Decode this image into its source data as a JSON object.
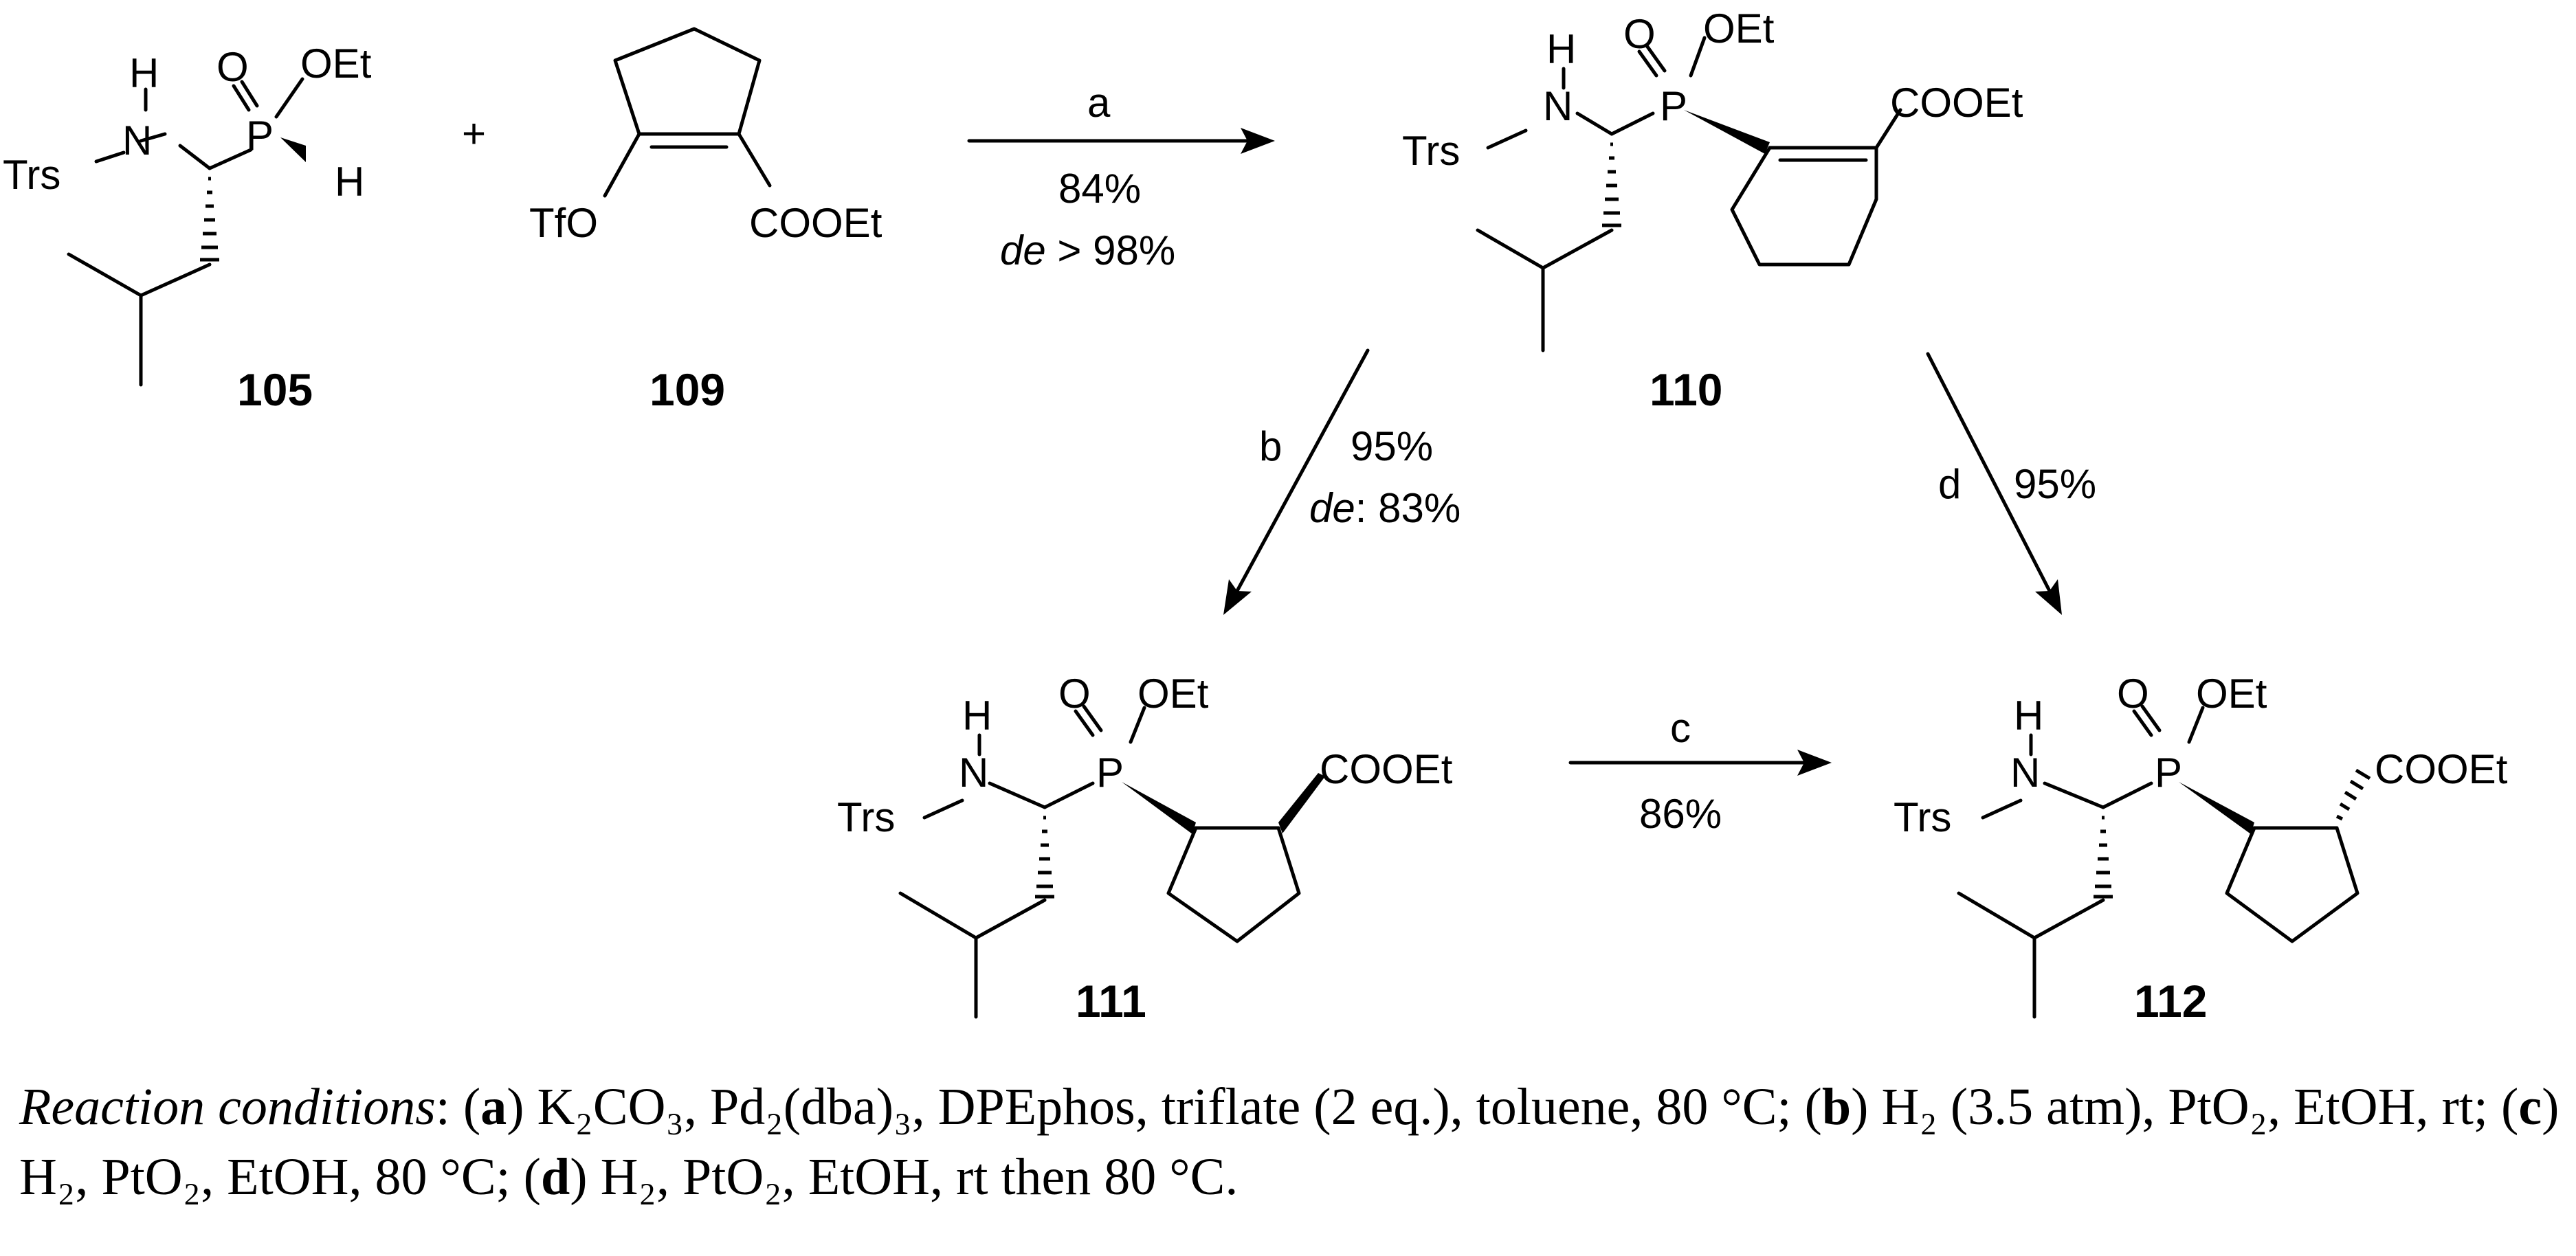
{
  "scheme": {
    "compounds": {
      "c105": {
        "id": "105",
        "atoms": {
          "nh_h": "H",
          "n": "N",
          "trs": "Trs",
          "o": "O",
          "oet": "OEt",
          "p": "P",
          "h": "H"
        }
      },
      "c109": {
        "id": "109",
        "atoms": {
          "otf": "TfO",
          "ester": "COOEt"
        }
      },
      "c110": {
        "id": "110",
        "atoms": {
          "nh_h": "H",
          "n": "N",
          "trs": "Trs",
          "o": "O",
          "oet": "OEt",
          "p": "P",
          "ester": "COOEt"
        }
      },
      "c111": {
        "id": "111",
        "atoms": {
          "nh_h": "H",
          "n": "N",
          "trs": "Trs",
          "o": "O",
          "oet": "OEt",
          "p": "P",
          "ester": "COOEt"
        }
      },
      "c112": {
        "id": "112",
        "atoms": {
          "nh_h": "H",
          "n": "N",
          "trs": "Trs",
          "o": "O",
          "oet": "OEt",
          "p": "P",
          "ester": "COOEt"
        }
      }
    },
    "plus": "+",
    "steps": {
      "a": {
        "label": "a",
        "yield": "84%",
        "de_label": "de",
        "de_value": " > 98%"
      },
      "b": {
        "label": "b",
        "yield": "95%",
        "de_label": "de",
        "de_value": ": 83%"
      },
      "c": {
        "label": "c",
        "yield": "86%"
      },
      "d": {
        "label": "d",
        "yield": "95%"
      }
    }
  },
  "caption": {
    "title": "Reaction conditions",
    "conditions": [
      {
        "key": "a",
        "text": "K₂CO₃, Pd₂(dba)₃, DPEphos, triflate (2 eq.), toluene, 80 °C;"
      },
      {
        "key": "b",
        "text": "H₂ (3.5 atm), PtO₂, EtOH, rt;"
      },
      {
        "key": "c",
        "text": "H₂, PtO₂, EtOH, 80 °C;"
      },
      {
        "key": "d",
        "text": "H₂, PtO₂, EtOH, rt then 80 °C."
      }
    ]
  }
}
